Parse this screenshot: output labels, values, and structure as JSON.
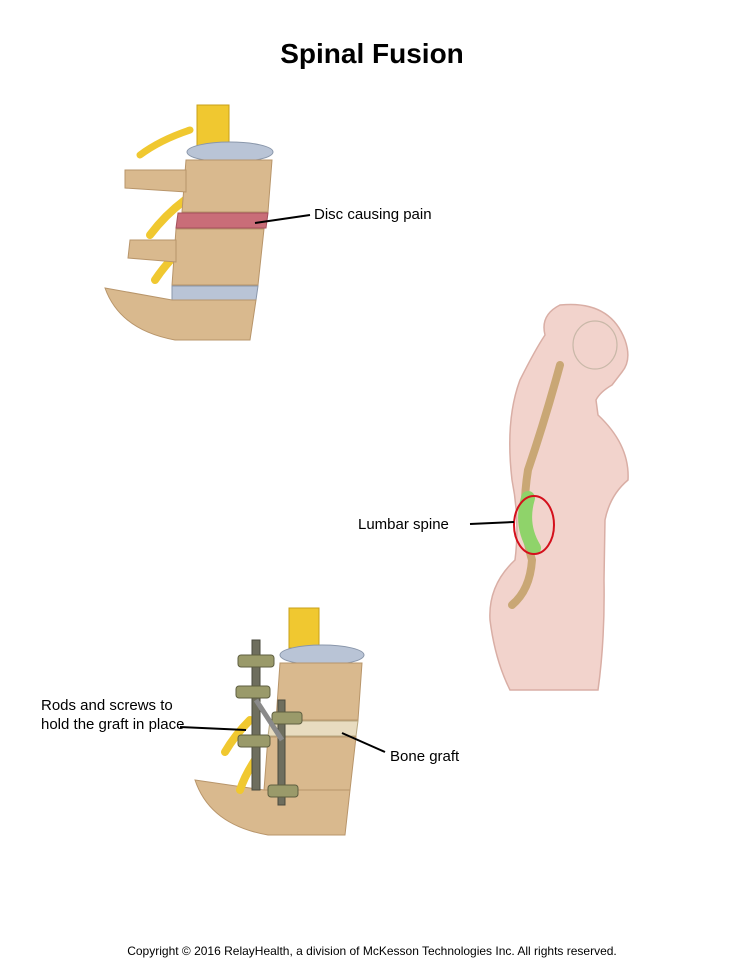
{
  "title": "Spinal Fusion",
  "labels": {
    "disc": "Disc causing pain",
    "lumbar": "Lumbar spine",
    "rods": "Rods and screws to hold the graft in place",
    "graft": "Bone graft"
  },
  "copyright": "Copyright © 2016 RelayHealth, a division of McKesson Technologies Inc. All rights reserved.",
  "colors": {
    "bone": "#d9b98e",
    "bone_shadow": "#b8956a",
    "disc_blue": "#b9c4d6",
    "disc_red": "#c96d78",
    "nerve": "#f0c830",
    "skin": "#f2d3cc",
    "lumbar_green": "#8fd36a",
    "circle_red": "#d4101c",
    "hardware": "#6e6e5e"
  },
  "icons": [
    "vertebrae-illustration",
    "body-profile-illustration",
    "fused-vertebrae-illustration"
  ]
}
